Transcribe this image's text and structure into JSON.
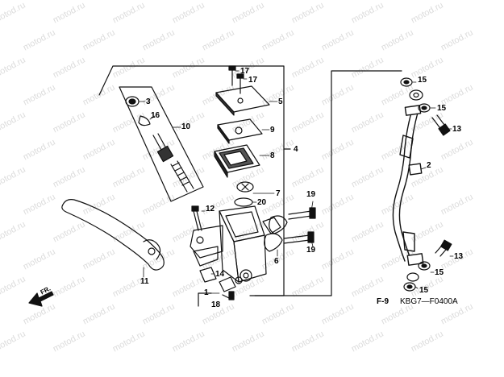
{
  "watermark": {
    "text": "motod.ru"
  },
  "diagram": {
    "ref_label": "F-9",
    "code": "KBG7—F0400A",
    "direction_label": "FR.",
    "callouts": [
      {
        "label": "17"
      },
      {
        "label": "17"
      },
      {
        "label": "5"
      },
      {
        "label": "3"
      },
      {
        "label": "16"
      },
      {
        "label": "10"
      },
      {
        "label": "9"
      },
      {
        "label": "8"
      },
      {
        "label": "4"
      },
      {
        "label": "7"
      },
      {
        "label": "20"
      },
      {
        "label": "12"
      },
      {
        "label": "19"
      },
      {
        "label": "19"
      },
      {
        "label": "6"
      },
      {
        "label": "11"
      },
      {
        "label": "14"
      },
      {
        "label": "1"
      },
      {
        "label": "18"
      },
      {
        "label": "15"
      },
      {
        "label": "15"
      },
      {
        "label": "13"
      },
      {
        "label": "2"
      },
      {
        "label": "13"
      },
      {
        "label": "15"
      },
      {
        "label": "15"
      }
    ]
  }
}
